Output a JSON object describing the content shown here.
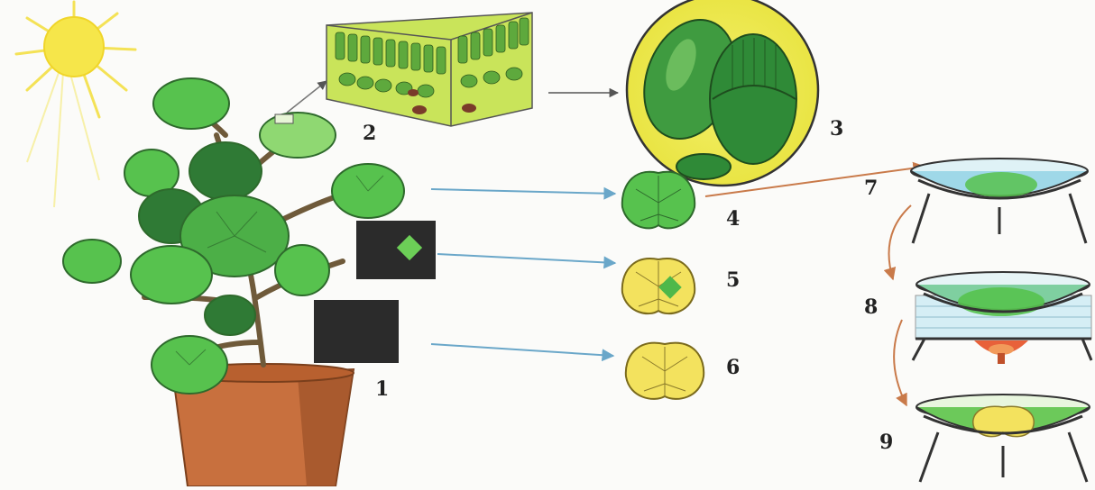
{
  "labels": {
    "plant": "1",
    "leaf_section": "2",
    "chloroplasts": "3",
    "green_leaf": "4",
    "partly_covered_leaf": "5",
    "covered_leaf": "6",
    "dish_boiling": "7",
    "dish_heated": "8",
    "dish_result": "9"
  },
  "colors": {
    "leaf_green": "#57c24e",
    "leaf_dark": "#2f7a35",
    "leaf_yellow": "#f3e25e",
    "sun": "#f6e64a",
    "pot": "#c8703e",
    "cover_black": "#2b2b2b",
    "arrow_blue": "#6aa7c9",
    "arrow_brown": "#c97a4a",
    "water_blue": "#9fd8e8",
    "flame": "#e8613a"
  },
  "icons": [
    "sun-icon",
    "flame-icon"
  ]
}
